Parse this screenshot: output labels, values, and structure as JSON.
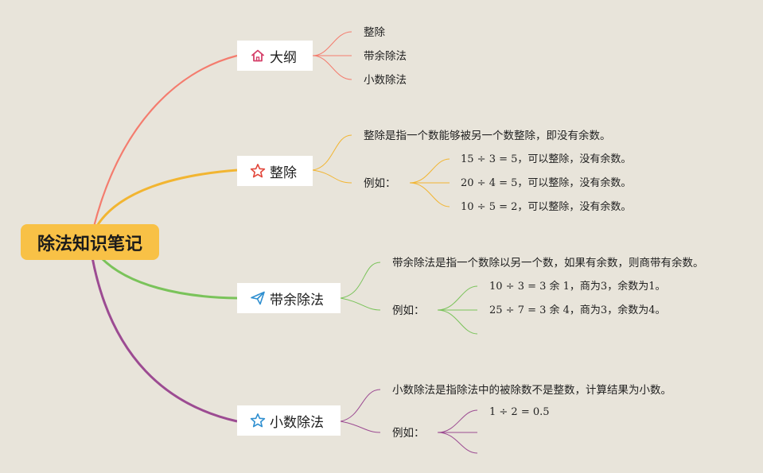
{
  "root": {
    "title": "除法知识笔记"
  },
  "topics": {
    "outline": {
      "label": "大纲",
      "icon": "house-icon",
      "color": "#f47c6e",
      "items": [
        "整除",
        "带余除法",
        "小数除法"
      ]
    },
    "exact": {
      "label": "整除",
      "icon": "star-icon",
      "color": "#f2b531",
      "definition": "整除是指一个数能够被另一个数整除，即没有余数。",
      "example_label": "例如：",
      "examples": [
        "15 ÷ 3 = 5，可以整除，没有余数。",
        "20 ÷ 4 = 5，可以整除，没有余数。",
        "10 ÷ 5 = 2，可以整除，没有余数。"
      ]
    },
    "remainder": {
      "label": "带余除法",
      "icon": "paper-plane-icon",
      "color": "#7ac35a",
      "definition": "带余除法是指一个数除以另一个数，如果有余数，则商带有余数。",
      "example_label": "例如：",
      "examples": [
        "10 ÷ 3 = 3 余 1，商为3，余数为1。",
        "25 ÷ 7 = 3 余 4，商为3，余数为4。"
      ]
    },
    "decimal": {
      "label": "小数除法",
      "icon": "star-outline-icon",
      "color": "#9c4b92",
      "definition": "小数除法是指除法中的被除数不是整数，计算结果为小数。",
      "example_label": "例如：",
      "examples": [
        "1 ÷ 2 = 0.5"
      ]
    }
  },
  "colors": {
    "background": "#e8e4da",
    "root_fill": "#f8c146",
    "icon_house": "#d5406a",
    "icon_star": "#e2463a",
    "icon_plane": "#2f8fd0",
    "icon_star_outline": "#2f8fd0"
  }
}
